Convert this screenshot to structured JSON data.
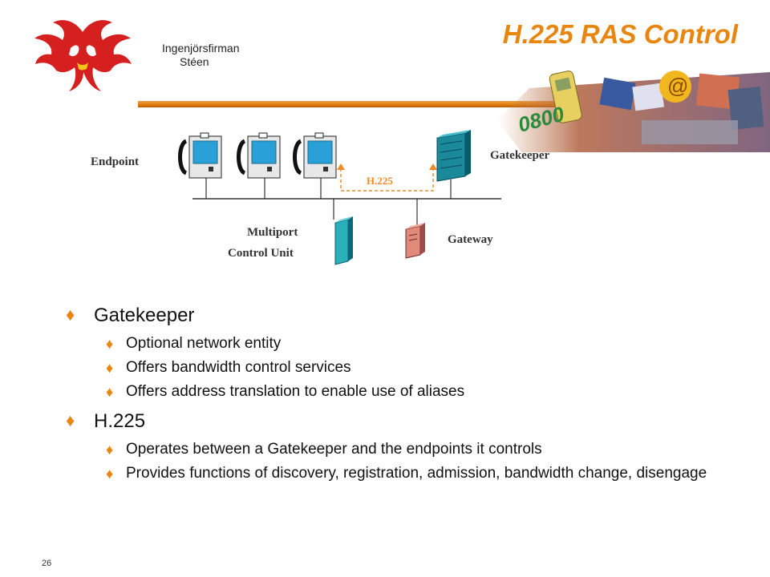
{
  "header": {
    "company_line1": "Ingenjörsfirman",
    "company_line2": "Stéen",
    "title": "H.225 RAS Control"
  },
  "diagram": {
    "endpoint_label": "Endpoint",
    "gatekeeper_label": "Gatekeeper",
    "protocol_label": "H.225",
    "mcu_line1": "Multiport",
    "mcu_line2": "Control Unit",
    "gateway_label": "Gateway"
  },
  "bullets": [
    {
      "text": "Gatekeeper",
      "children": [
        "Optional network entity",
        "Offers bandwidth control services",
        "Offers address translation to enable use of aliases"
      ]
    },
    {
      "text": "H.225",
      "children": [
        "Operates between a Gatekeeper and the endpoints it controls",
        "Provides functions of discovery, registration, admission, bandwidth change, disengage"
      ]
    }
  ],
  "footer": {
    "page_number": "26"
  },
  "colors": {
    "accent": "#e8860f",
    "logo_red": "#d62020",
    "device_blue": "#2aa0d8"
  },
  "icons": [
    "phoenix-logo-icon",
    "telephone-icon",
    "server-icon",
    "gateway-icon",
    "bullet-diamond-icon"
  ]
}
